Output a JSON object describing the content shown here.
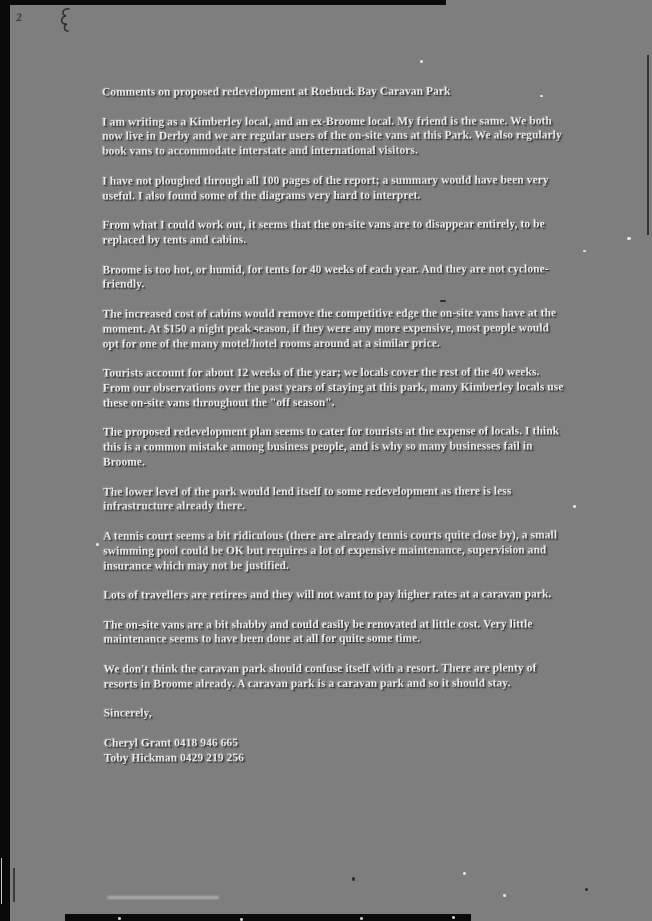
{
  "scan": {
    "background_color": "#7e7e7e",
    "border_color": "#0a0a0a",
    "ink_color": "#f0f0f0"
  },
  "artifacts": {
    "handwritten_mark": "2"
  },
  "letter": {
    "title": "Comments on proposed redevelopment at Roebuck Bay Caravan Park",
    "paragraphs": [
      "I am writing as a Kimberley local, and an ex-Broome local. My friend is the same. We both now live in Derby and we are regular users of the on-site vans at this Park. We also regularly book vans to accommodate interstate and international visitors.",
      "I have not ploughed through all 100 pages of the report; a summary would have been very useful. I also found some of the diagrams very hard to interpret.",
      "From what I could work out, it seems that the on-site vans are to disappear entirely, to be replaced by tents and cabins.",
      "Broome is too hot, or humid, for tents for 40 weeks of each year. And they are not cyclone-friendly.",
      "The increased cost of cabins would remove the competitive edge the on-site vans have at the moment. At $150 a night peak season, if they were any more expensive, most people would opt for one of the many motel/hotel rooms around at a similar price.",
      "Tourists account for about 12 weeks of the year; we locals cover the rest of the 40 weeks. From our observations over the past years of staying at this park, many Kimberley locals use these on-site vans throughout the \"off season\".",
      "The proposed redevelopment plan seems to cater for tourists at the expense of locals. I think this is a common mistake among business people, and is why so many businesses fail in Broome.",
      "The lower level of the park would lend itself to some redevelopment as there is less infrastructure already there.",
      "A tennis court seems a bit ridiculous (there are already tennis courts quite close by), a small swimming pool could be OK but requires a lot of expensive maintenance, supervision and insurance which may not be justified.",
      "Lots of travellers are retirees and they will not want to pay higher rates at a caravan park.",
      "The on-site vans are a bit shabby and could easily be renovated at little cost. Very little maintenance seems to have been done at all for quite some time.",
      "We don't think the caravan park should confuse itself with a resort. There are plenty of resorts in Broome already. A caravan park is a caravan park and so it should stay."
    ],
    "closing": "Sincerely,",
    "signatories": [
      "Cheryl Grant 0418 946 665",
      "Toby Hickman 0429 219 256"
    ]
  }
}
